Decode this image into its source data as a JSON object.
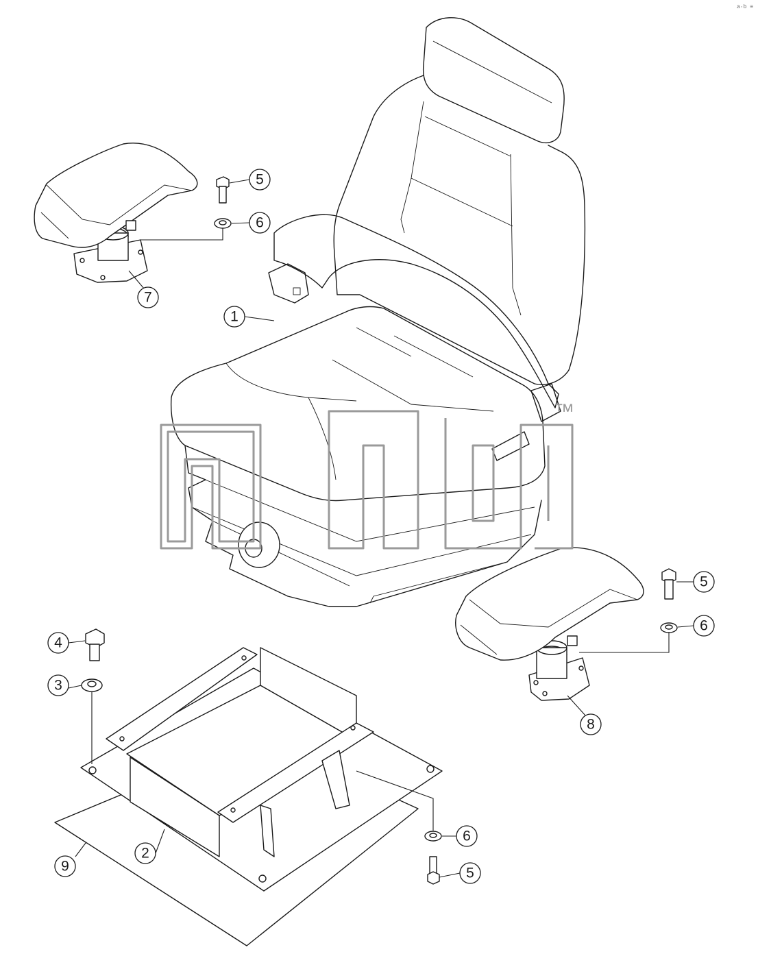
{
  "diagram": {
    "watermark_text": "™",
    "corner_mark": "a·b ≡",
    "callouts": [
      {
        "id": "c1",
        "label": "1"
      },
      {
        "id": "c2",
        "label": "2"
      },
      {
        "id": "c3",
        "label": "3"
      },
      {
        "id": "c4",
        "label": "4"
      },
      {
        "id": "c5a",
        "label": "5"
      },
      {
        "id": "c5b",
        "label": "5"
      },
      {
        "id": "c5c",
        "label": "5"
      },
      {
        "id": "c6a",
        "label": "6"
      },
      {
        "id": "c6b",
        "label": "6"
      },
      {
        "id": "c6c",
        "label": "6"
      },
      {
        "id": "c7",
        "label": "7"
      },
      {
        "id": "c8",
        "label": "8"
      },
      {
        "id": "c9",
        "label": "9"
      }
    ],
    "colors": {
      "line": "#1a1a1a",
      "watermark": "#9a9a9a",
      "background": "#ffffff"
    }
  }
}
